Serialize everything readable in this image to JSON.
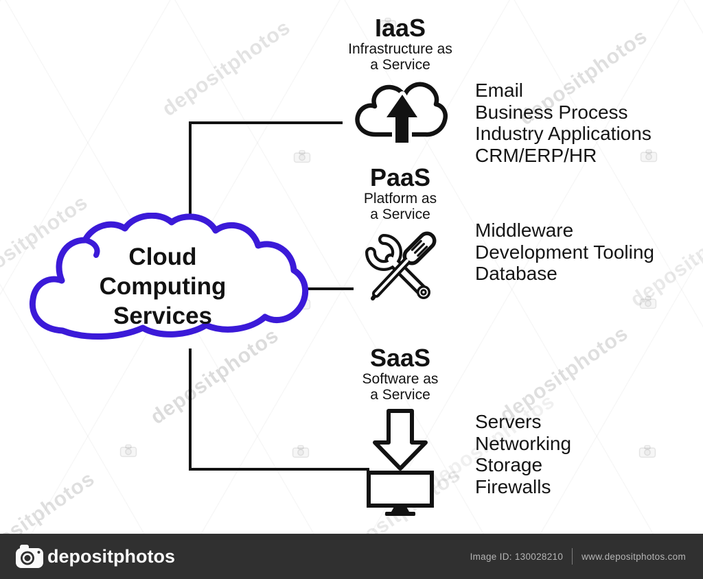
{
  "watermark": {
    "text": "depositphotos"
  },
  "diagram": {
    "cloud": {
      "line1": "Cloud",
      "line2": "Computing",
      "line3": "Services",
      "icon": "cloud-outline",
      "stroke_color": "#3b1ad8"
    },
    "iaas": {
      "acronym": "IaaS",
      "sub1": "Infrastructure as",
      "sub2": "a Service",
      "icon": "cloud-upload-icon",
      "items": [
        "Email",
        "Business Process",
        "Industry Applications",
        "CRM/ERP/HR"
      ]
    },
    "paas": {
      "acronym": "PaaS",
      "sub1": "Platform as",
      "sub2": "a Service",
      "icon": "wrench-screwdriver-icon",
      "items": [
        "Middleware",
        "Development Tooling",
        "Database"
      ]
    },
    "saas": {
      "acronym": "SaaS",
      "sub1": "Software as",
      "sub2": "a Service",
      "icon": "download-to-monitor-icon",
      "items": [
        "Servers",
        "Networking",
        "Storage",
        "Firewalls"
      ]
    },
    "ink_color": "#121212"
  },
  "footer": {
    "brand": "depositphotos",
    "logo_icon": "camera-icon",
    "image_id": "Image ID: 130028210",
    "website": "www.depositphotos.com",
    "bg_color": "#303030",
    "text_color": "#b5b5b5"
  }
}
